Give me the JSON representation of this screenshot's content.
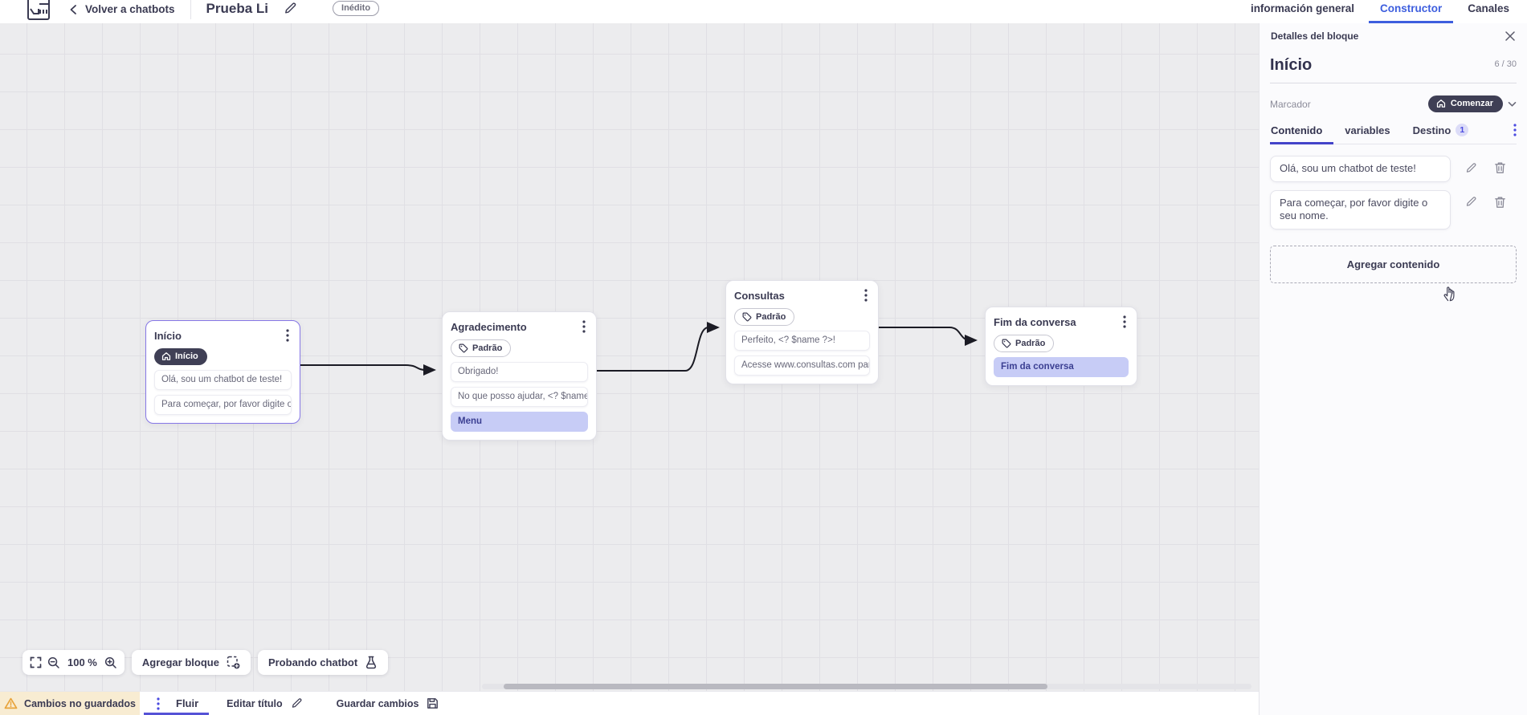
{
  "topbar": {
    "back_label": "Volver a chatbots",
    "title": "Prueba Li",
    "status_badge": "Inédito",
    "tabs": [
      {
        "label": "información general"
      },
      {
        "label": "Constructor"
      },
      {
        "label": "Canales"
      }
    ]
  },
  "panel": {
    "header": "Detalles del bloque",
    "block_title": "Início",
    "counter": "6 / 30",
    "marker_label": "Marcador",
    "marker_value": "Comenzar",
    "tabs": [
      {
        "label": "Contenido"
      },
      {
        "label": "variables"
      },
      {
        "label": "Destino",
        "badge": "1"
      }
    ],
    "contents": [
      {
        "text": "Olá, sou um chatbot de teste!"
      },
      {
        "text": "Para começar, por favor digite o seu nome."
      }
    ],
    "add_content_label": "Agregar contenido"
  },
  "canvas": {
    "zoom_level": "100 %",
    "add_block_label": "Agregar bloque",
    "test_chatbot_label": "Probando chatbot",
    "nodes": [
      {
        "title": "Início",
        "tag": "Início",
        "items": [
          {
            "text": "Olá, sou um chatbot de teste!"
          },
          {
            "text": "Para começar, por favor digite o ..."
          }
        ]
      },
      {
        "title": "Agradecimento",
        "tag": "Padrão",
        "items": [
          {
            "text": "Obrigado!"
          },
          {
            "text": "No que posso ajudar, <? $name ..."
          },
          {
            "text": "Menu"
          }
        ]
      },
      {
        "title": "Consultas",
        "tag": "Padrão",
        "items": [
          {
            "text": "Perfeito, <? $name ?>!"
          },
          {
            "text": "Acesse www.consultas.com par..."
          }
        ]
      },
      {
        "title": "Fim da conversa",
        "tag": "Padrão",
        "items": [
          {
            "text": "Fim da conversa"
          }
        ]
      }
    ]
  },
  "statusbar": {
    "warning": "Cambios no guardados",
    "flow_tab": "Fluir",
    "edit_title_label": "Editar título",
    "save_label": "Guardar cambios"
  },
  "colors": {
    "accent_indigo": "#4f4fd8",
    "tab_blue": "#3d5ede",
    "selected_node_border": "#8677e6",
    "dark_pill": "#3f3f55",
    "highlight_item_bg": "#c7ccf6",
    "warning_bg": "#f8ecd2",
    "warning_icon": "#e8a43c"
  }
}
